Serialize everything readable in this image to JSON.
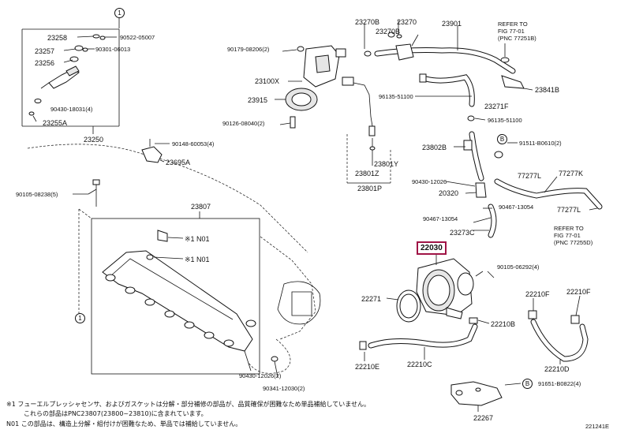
{
  "parts": {
    "p23258": "23258",
    "p90522": "90522-05007",
    "p23257": "23257",
    "p90301": "90301-06013",
    "p23256": "23256",
    "p90430_18031": "90430-18031(4)",
    "p23255A": "23255A",
    "p23250": "23250",
    "p90148": "90148-60053(4)",
    "p23695A": "23695A",
    "p90105_08238": "90105-08238(5)",
    "p23807": "23807",
    "n01_a": "※1 N01",
    "n01_b": "※1 N01",
    "p90430_12026_2": "90430-12026(2)",
    "p90341": "90341-12030(2)",
    "p23270B_a": "23270B",
    "p23270": "23270",
    "p23270B_b": "23270B",
    "p23901": "23901",
    "p90179": "90179-08206(2)",
    "p23100X": "23100X",
    "p23915": "23915",
    "p90126": "90126-08040(2)",
    "p96135_a": "96135-51100",
    "p23271F": "23271F",
    "p96135_b": "96135-51100",
    "p23841B": "23841B",
    "p23802B": "23802B",
    "p91511": "91511-B0610(2)",
    "p23801Z": "23801Z",
    "p23801Y": "23801Y",
    "p23801P": "23801P",
    "p90430_12026": "90430-12026",
    "p20320": "20320",
    "p77277L": "77277L",
    "p77277K": "77277K",
    "p77277L_b": "77277L",
    "p90467_a": "90467-13054",
    "p90467_b": "90467-13054",
    "p23273C": "23273C",
    "p22030": "22030",
    "p90105_06292": "90105-06292(4)",
    "p22271": "22271",
    "p22210F_a": "22210F",
    "p22210F_b": "22210F",
    "p22210B": "22210B",
    "p22210E": "22210E",
    "p22210C": "22210C",
    "p22210D": "22210D",
    "p91651": "91651-B0822(4)",
    "p22267": "22267"
  },
  "refer_top": {
    "line1": "REFER TO",
    "line2": "FIG 77-01",
    "line3": "(PNC 77251B)"
  },
  "refer_mid": {
    "line1": "REFER TO",
    "line2": "FIG 77-01",
    "line3": "(PNC 77255D)"
  },
  "callout_marker": "1",
  "bolt_marker": "B",
  "notes": {
    "line1": "※1  フューエルプレッシャセンサ、およびガスケットは分解・部分補修の部品が、品質確保が困難なため単品補給していません。",
    "line2": "これらの部品はPNC23807(23800~23810)に含まれています。",
    "line3": "N01  この部品は、構造上分解・組付けが困難なため、単品では補給していません。"
  },
  "figure_id": "221241E"
}
